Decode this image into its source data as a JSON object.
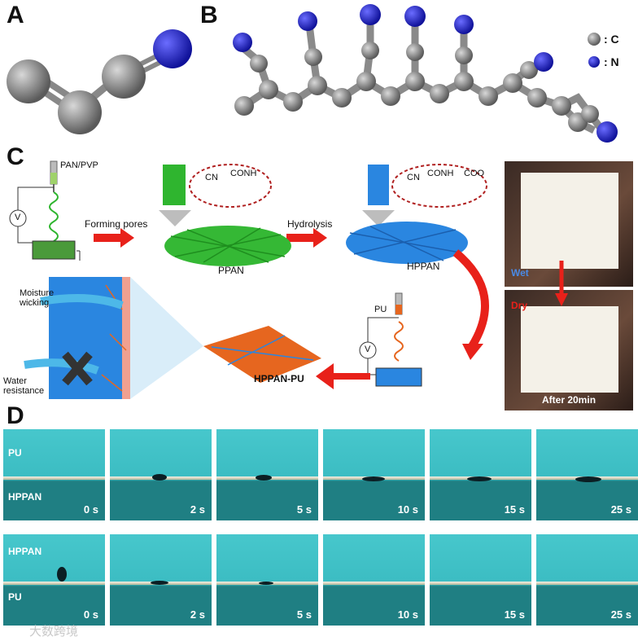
{
  "panels": {
    "a": "A",
    "b": "B",
    "c": "C",
    "d": "D"
  },
  "legend": {
    "c_label": ": C",
    "n_label": ": N"
  },
  "schematic": {
    "pan_pvp": "PAN/PVP",
    "v1": "V",
    "forming_pores": "Forming pores",
    "ppan": "PPAN",
    "cn1": "CN",
    "conh2_1": "CONH",
    "hydrolysis": "Hydrolysis",
    "hppan": "HPPAN",
    "cn2": "CN",
    "conh2_2": "CONH",
    "coo": "COO",
    "pu": "PU",
    "v2": "V",
    "hppan_pu": "HPPAN-PU",
    "moisture_wicking": "Moisture\nwicking",
    "water_resistance": "Water\nresistance"
  },
  "photos": {
    "wet": "Wet",
    "dry": "Dry",
    "after": "After 20min"
  },
  "row1": {
    "pu_label": "PU",
    "hppan_label": "HPPAN",
    "times": [
      "0 s",
      "2 s",
      "5 s",
      "10 s",
      "15 s",
      "25 s"
    ]
  },
  "row2": {
    "hppan_label": "HPPAN",
    "pu_label": "PU",
    "times": [
      "0 s",
      "2 s",
      "5 s",
      "10 s",
      "15 s",
      "25 s"
    ]
  },
  "watermark": "大数跨境",
  "colors": {
    "carbon": "#7d7d7d",
    "nitrogen": "#1f22c8",
    "arrow": "#e8211a",
    "ppan": "#2fb52f",
    "hppan": "#2a86e0",
    "pu": "#e6661f",
    "water": "#3bbcc2"
  }
}
